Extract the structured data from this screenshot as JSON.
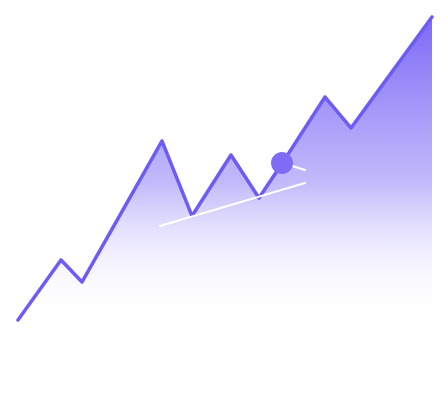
{
  "illustration": {
    "name": "growth-chart-illustration",
    "colors": {
      "accent": "#6C5CF5",
      "fill_top": "#7B68F7",
      "fill_bottom": "#FFFFFF",
      "marker": "#7E6CF6",
      "trend_line": "#FFFFFF",
      "background": "#FFFFFF"
    },
    "trend_shape": [
      "low",
      "rise",
      "dip",
      "peak",
      "dip",
      "peak",
      "dip",
      "rise",
      "peak",
      "dip",
      "climb"
    ],
    "icons": [
      "data-point-marker",
      "trend-line"
    ]
  }
}
